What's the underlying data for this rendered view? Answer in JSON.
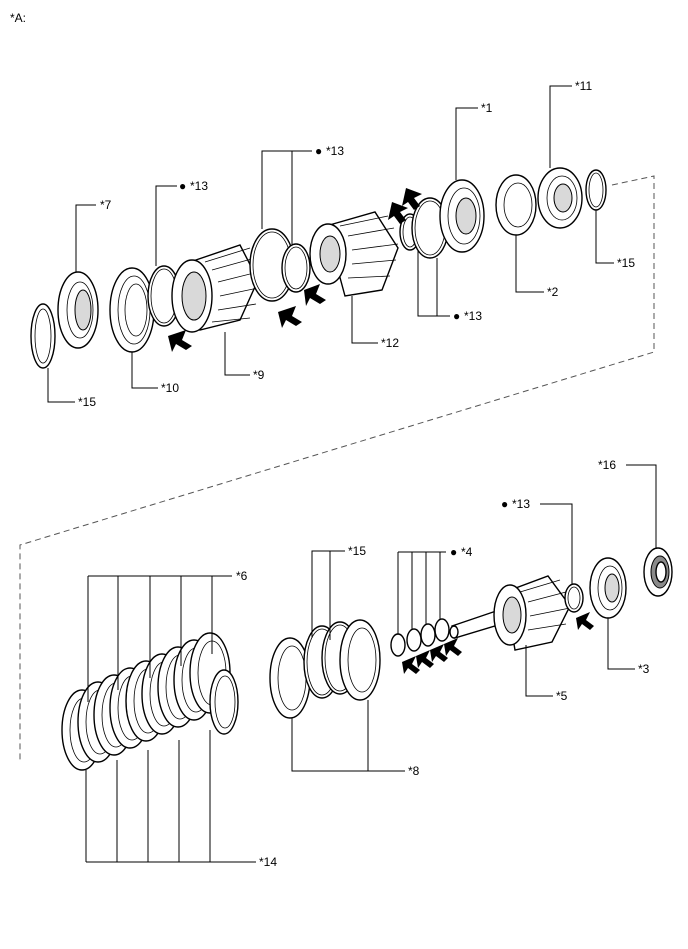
{
  "view_label": "*A:",
  "callouts": {
    "c1": "*1",
    "c2": "*2",
    "c3": "*3",
    "c4": "*4",
    "c5": "*5",
    "c6": "*6",
    "c7": "*7",
    "c8": "*8",
    "c9": "*9",
    "c10": "*10",
    "c11": "*11",
    "c12": "*12",
    "c13": "*13",
    "c14": "*14",
    "c15": "*15",
    "c16": "*16"
  },
  "bullet": "●"
}
